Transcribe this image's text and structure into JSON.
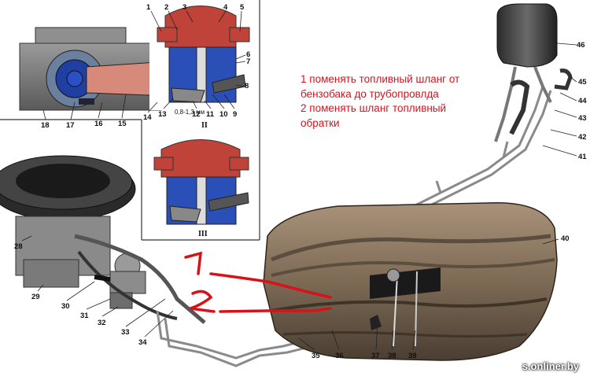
{
  "annotation": {
    "lines": [
      "1 поменять топливный шланг от",
      "бензобака до трубопровлда",
      "2 поменять шланг топливный",
      "обратки"
    ],
    "color": "#d8121b"
  },
  "markers": {
    "first": "1",
    "second": "2"
  },
  "callout_numbers": {
    "n1": "1",
    "n2": "2",
    "n3": "3",
    "n4": "4",
    "n5": "5",
    "n6": "6",
    "n7": "7",
    "n8": "8",
    "n9": "9",
    "n10": "10",
    "n11": "11",
    "n12": "12",
    "n13": "13",
    "n14": "14",
    "n15": "15",
    "n16": "16",
    "n17": "17",
    "n18": "18",
    "n28": "28",
    "n29": "29",
    "n30": "30",
    "n31": "31",
    "n32": "32",
    "n33": "33",
    "n34": "34",
    "n35": "35",
    "n36": "36",
    "n37": "37",
    "n38": "38",
    "n39": "39",
    "n40": "40",
    "n41": "41",
    "n42": "42",
    "n43": "43",
    "n44": "44",
    "n45": "45",
    "n46": "46"
  },
  "view_labels": {
    "view2": "II",
    "view3": "III"
  },
  "dimension": "0,8-1,3 мм",
  "watermark": "s.onliner.by"
}
